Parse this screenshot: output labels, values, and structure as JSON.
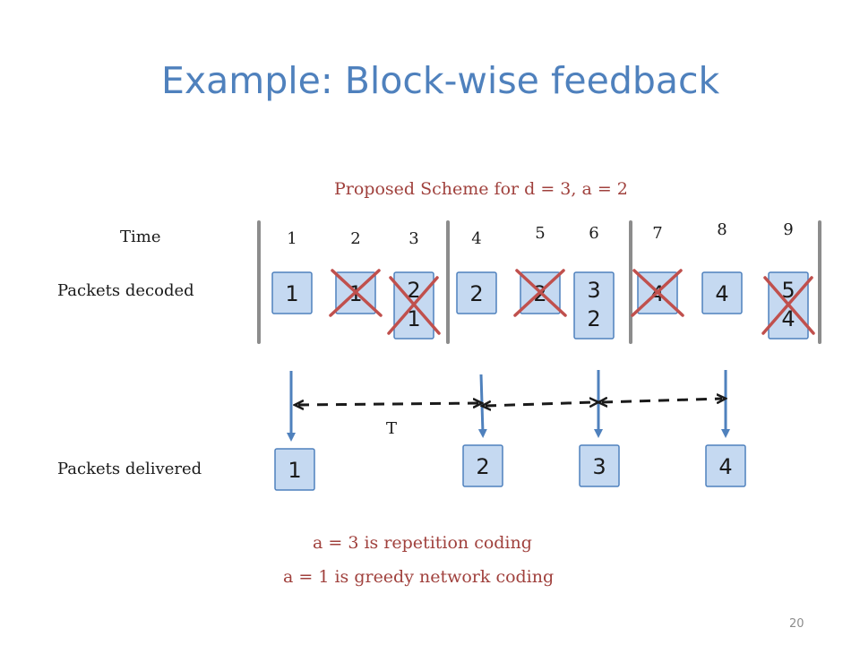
{
  "slide": {
    "title": "Example: Block-wise feedback",
    "subtitle": "Proposed Scheme for d = 3, a = 2",
    "time_label": "Time",
    "decoded_label": "Packets decoded",
    "delivered_label": "Packets delivered",
    "T_label": "T",
    "note_1": "a = 3 is repetition coding",
    "note_2": "a = 1 is greedy network coding",
    "page_number": "20"
  },
  "time_slots": [
    "1",
    "2",
    "3",
    "4",
    "5",
    "6",
    "7",
    "8",
    "9"
  ],
  "decoded_packets": [
    {
      "slot": 1,
      "lines": [
        "1"
      ],
      "erased": false
    },
    {
      "slot": 2,
      "lines": [
        "1"
      ],
      "erased": true
    },
    {
      "slot": 3,
      "lines": [
        "2",
        "1"
      ],
      "erased": true
    },
    {
      "slot": 4,
      "lines": [
        "2"
      ],
      "erased": false
    },
    {
      "slot": 5,
      "lines": [
        "2"
      ],
      "erased": true
    },
    {
      "slot": 6,
      "lines": [
        "3",
        "2"
      ],
      "erased": false
    },
    {
      "slot": 7,
      "lines": [
        "4"
      ],
      "erased": true
    },
    {
      "slot": 8,
      "lines": [
        "4"
      ],
      "erased": false
    },
    {
      "slot": 9,
      "lines": [
        "5",
        "4"
      ],
      "erased": true
    }
  ],
  "delivered_packets": [
    "1",
    "2",
    "3",
    "4"
  ],
  "colors": {
    "title": "#4f81bd",
    "accent_red": "#a0413d",
    "box_fill": "#c5d9f1",
    "box_border": "#4f81bd",
    "erase_mark": "#c0504d",
    "arrow": "#4f81bd",
    "divider": "#8c8c8c"
  }
}
